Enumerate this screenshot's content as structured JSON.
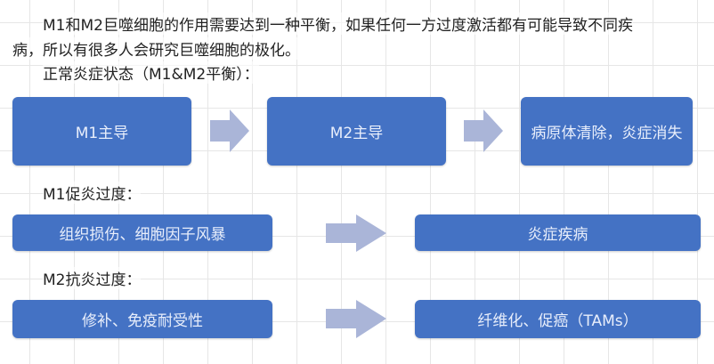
{
  "text": {
    "line1": "M1和M2巨噬细胞的作用需要达到一种平衡，如果任何一方过度激活都有可能导致不同疾",
    "line2": "病，所以有很多人会研究巨噬细胞的极化。",
    "normal_heading": "正常炎症状态（M1&M2平衡）：",
    "m1_heading": "M1促炎过度：",
    "m2_heading": "M2抗炎过度："
  },
  "flows": {
    "normal": [
      "M1主导",
      "M2主导",
      "病原体清除，炎症消失"
    ],
    "m1_excess": [
      "组织损伤、细胞因子风暴",
      "炎症疾病"
    ],
    "m2_excess": [
      "修补、免疫耐受性",
      "纤维化、促癌（TAMs）"
    ]
  },
  "colors": {
    "box": "#4472c4",
    "arrow": "#aab5d8"
  }
}
